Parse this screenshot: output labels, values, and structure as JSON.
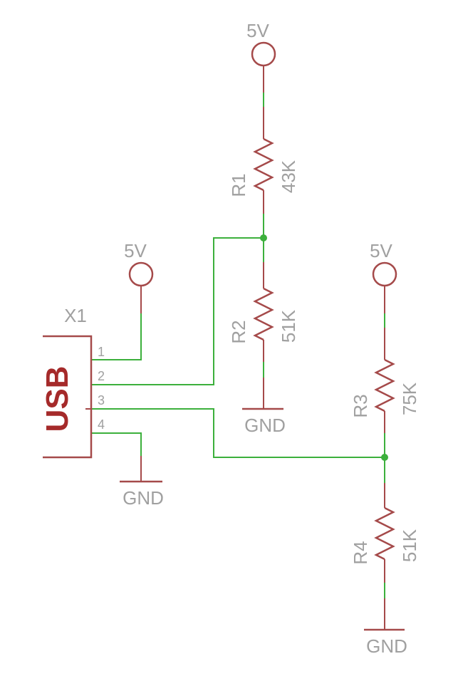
{
  "supplies": {
    "r1_top": "5V",
    "usb_pin1": "5V",
    "r3_top": "5V"
  },
  "grounds": {
    "r2_bottom": "GND",
    "usb_pin4": "GND",
    "r4_bottom": "GND"
  },
  "connector": {
    "name": "X1",
    "value": "USB",
    "pins": [
      "1",
      "2",
      "3",
      "4"
    ]
  },
  "resistors": [
    {
      "name": "R1",
      "value": "43K"
    },
    {
      "name": "R2",
      "value": "51K"
    },
    {
      "name": "R3",
      "value": "75K"
    },
    {
      "name": "R4",
      "value": "51K"
    }
  ],
  "colors": {
    "wire": "#3cb03c",
    "part": "#a54a4a",
    "text": "#a0a0a0"
  }
}
